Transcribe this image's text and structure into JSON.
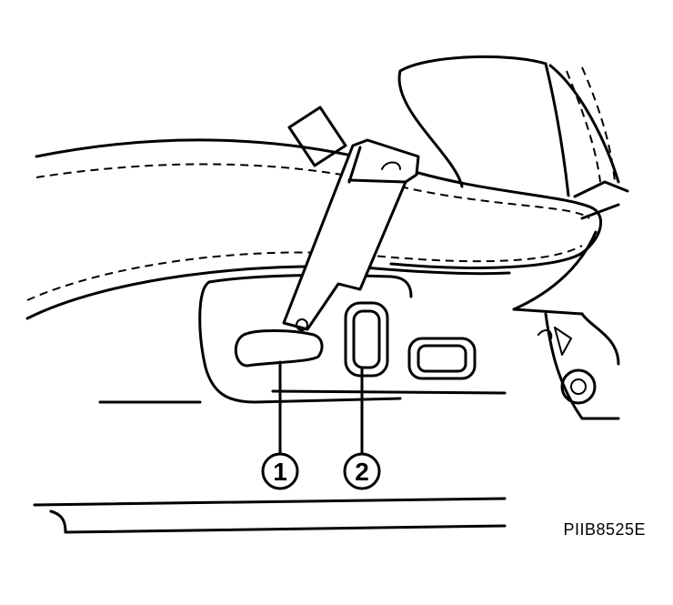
{
  "callouts": [
    {
      "number": "1"
    },
    {
      "number": "2"
    }
  ],
  "figure_code": "PIIB8525E"
}
